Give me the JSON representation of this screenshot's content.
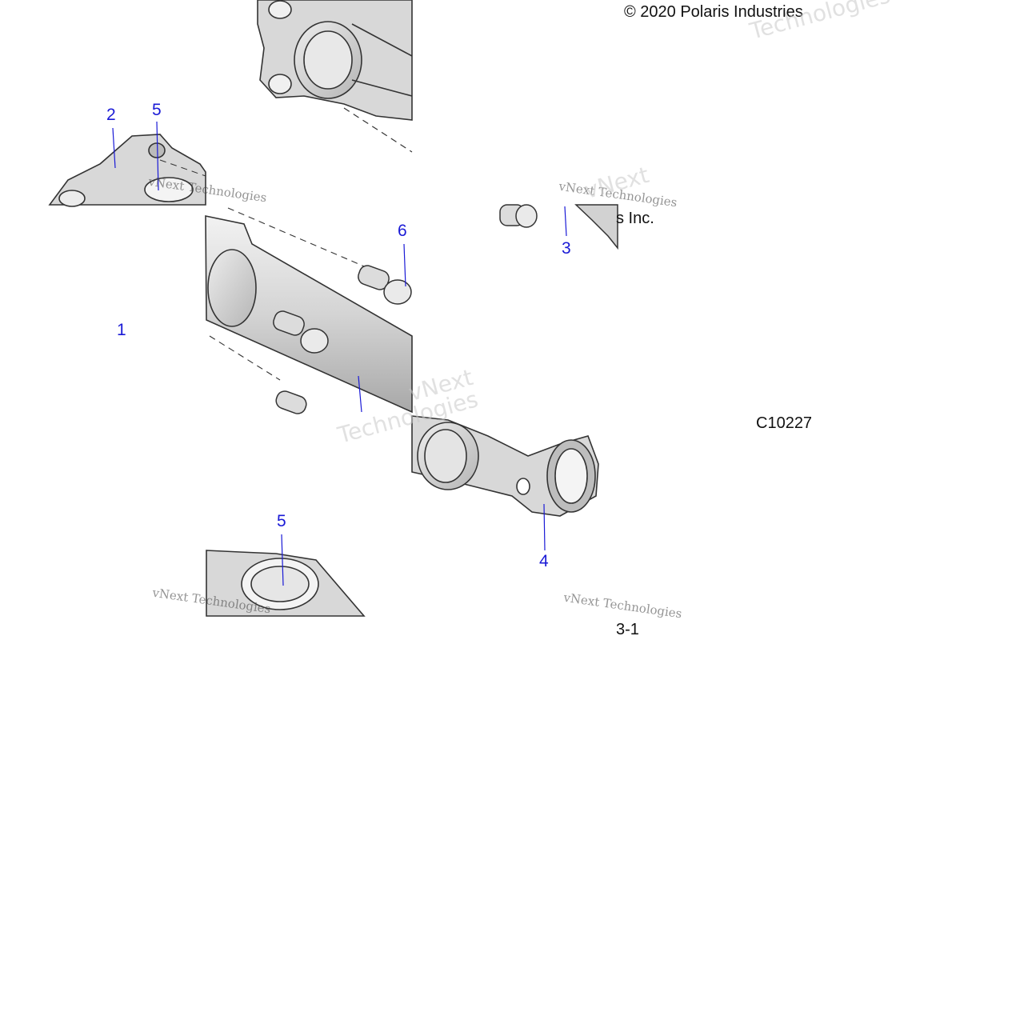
{
  "copyright": "© 2020 Polaris Industries",
  "copyright_fragment": "s Inc.",
  "figure_code": "C10227",
  "page_fragment": "3-1",
  "callouts": [
    {
      "id": "1",
      "label": "1"
    },
    {
      "id": "2",
      "label": "2"
    },
    {
      "id": "3",
      "label": "3"
    },
    {
      "id": "4",
      "label": "4"
    },
    {
      "id": "5a",
      "label": "5"
    },
    {
      "id": "5b",
      "label": "5"
    },
    {
      "id": "6",
      "label": "6"
    }
  ],
  "watermark": {
    "line1": "vNext",
    "line2": "Technologies",
    "caption": "vNext Technologies"
  },
  "colors": {
    "callout": "#1a1ad6",
    "part_fill": "#d8d8d8",
    "part_shade": "#b8b8b8",
    "outline": "#333333"
  }
}
